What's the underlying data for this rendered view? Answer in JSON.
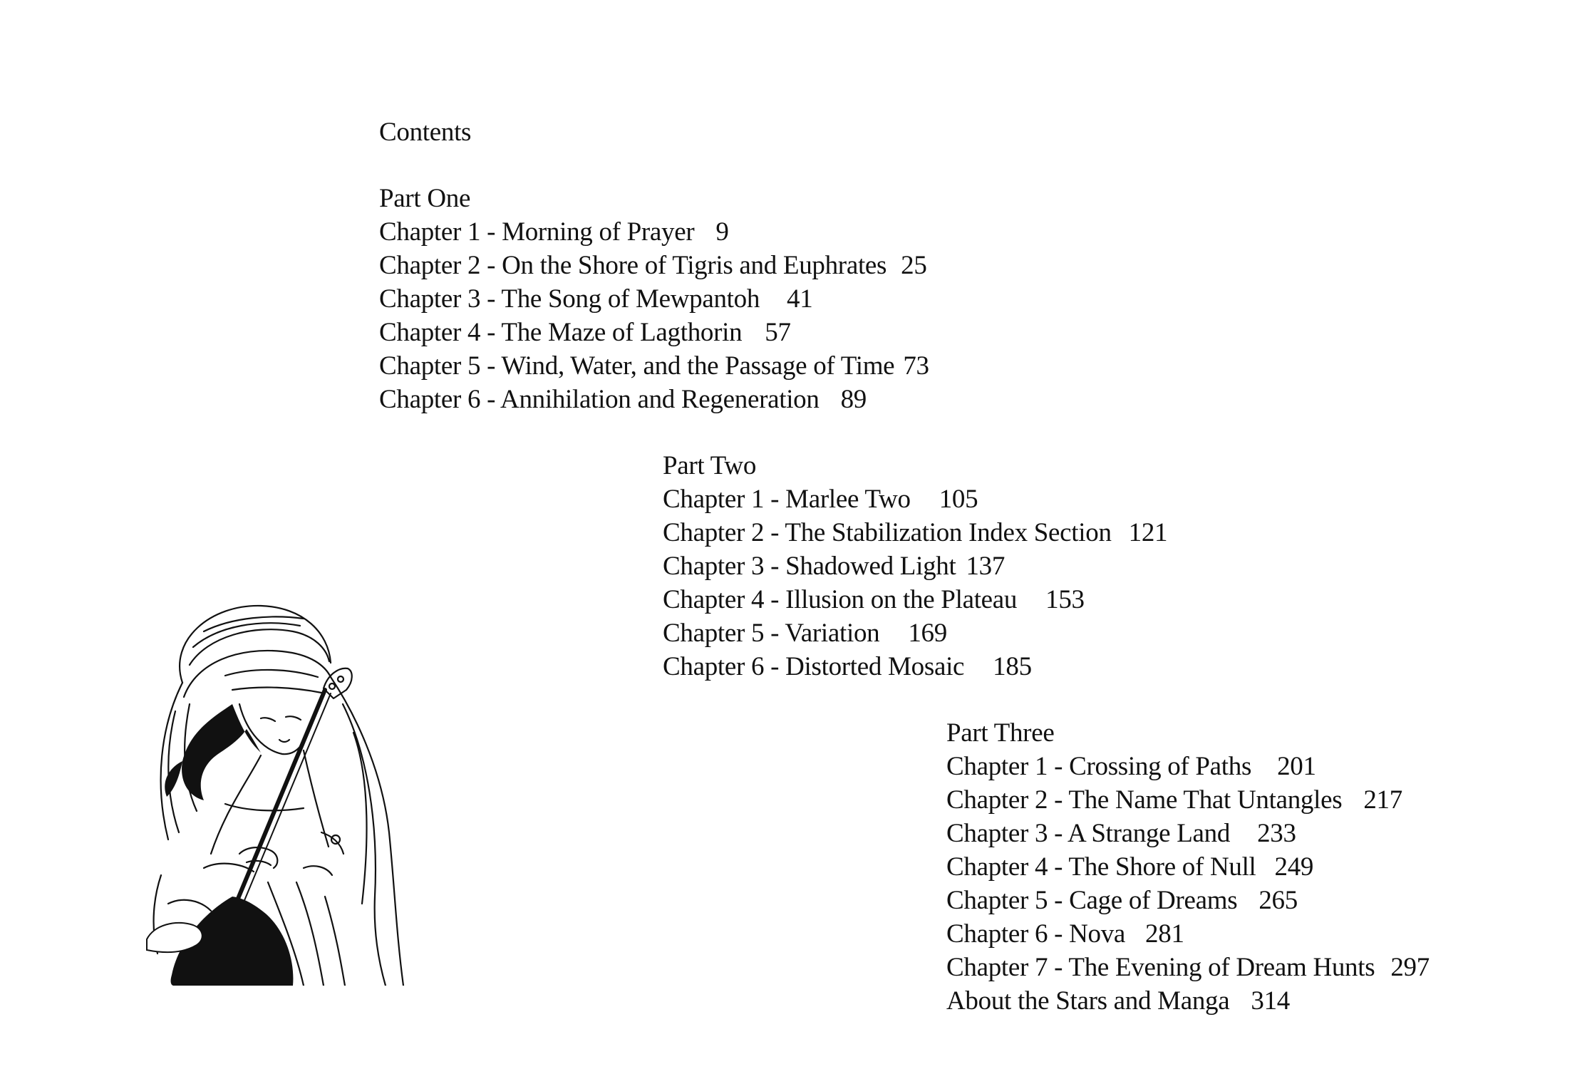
{
  "contents_heading": "Contents",
  "parts": [
    {
      "title": "Part One",
      "chapters": [
        {
          "label": "Chapter 1 - Morning of Prayer",
          "page": "9"
        },
        {
          "label": "Chapter 2 - On the Shore of Tigris and Euphrates",
          "page": "25"
        },
        {
          "label": "Chapter 3 - The Song of Mewpantoh",
          "page": "41"
        },
        {
          "label": "Chapter 4 - The Maze of Lagthorin",
          "page": "57"
        },
        {
          "label": "Chapter 5 - Wind, Water, and the Passage of Time",
          "page": "73"
        },
        {
          "label": "Chapter 6 - Annihilation and Regeneration",
          "page": "89"
        }
      ]
    },
    {
      "title": "Part Two",
      "chapters": [
        {
          "label": "Chapter 1 - Marlee Two",
          "page": "105"
        },
        {
          "label": "Chapter 2 - The Stabilization Index Section",
          "page": "121"
        },
        {
          "label": "Chapter 3 - Shadowed Light",
          "page": "137"
        },
        {
          "label": "Chapter 4 - Illusion on the Plateau",
          "page": "153"
        },
        {
          "label": "Chapter 5 - Variation",
          "page": "169"
        },
        {
          "label": "Chapter 6 - Distorted Mosaic",
          "page": "185"
        }
      ]
    },
    {
      "title": "Part Three",
      "chapters": [
        {
          "label": "Chapter 1 - Crossing of Paths",
          "page": "201"
        },
        {
          "label": "Chapter 2 - The Name That Untangles",
          "page": "217"
        },
        {
          "label": "Chapter 3 - A Strange Land",
          "page": "233"
        },
        {
          "label": "Chapter 4 - The Shore of Null",
          "page": "249"
        },
        {
          "label": "Chapter 5 - Cage of Dreams",
          "page": "265"
        },
        {
          "label": "Chapter 6 - Nova",
          "page": "281"
        },
        {
          "label": "Chapter 7 - The Evening of Dream Hunts",
          "page": "297"
        },
        {
          "label": "About the Stars and Manga",
          "page": "314"
        }
      ]
    }
  ]
}
